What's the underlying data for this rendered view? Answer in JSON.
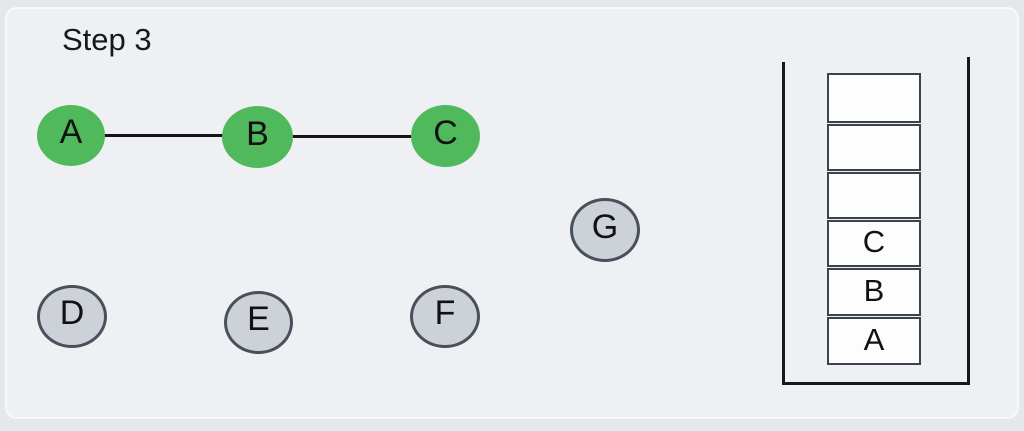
{
  "title": "Step 3",
  "graph": {
    "nodes": [
      {
        "id": "A",
        "label": "A",
        "state": "visited"
      },
      {
        "id": "B",
        "label": "B",
        "state": "visited"
      },
      {
        "id": "C",
        "label": "C",
        "state": "visited"
      },
      {
        "id": "D",
        "label": "D",
        "state": "unvisited"
      },
      {
        "id": "E",
        "label": "E",
        "state": "unvisited"
      },
      {
        "id": "F",
        "label": "F",
        "state": "unvisited"
      },
      {
        "id": "G",
        "label": "G",
        "state": "unvisited"
      }
    ],
    "edges": [
      {
        "from": "A",
        "to": "B"
      },
      {
        "from": "B",
        "to": "C"
      }
    ]
  },
  "stack": {
    "cells": [
      "",
      "",
      "",
      "C",
      "B",
      "A"
    ]
  },
  "colors": {
    "visited_node_fill": "#50b95c",
    "unvisited_node_fill": "#cdd2d9",
    "unvisited_node_border": "#4a505a",
    "edge_stroke": "#141414",
    "stack_cell_fill": "#fdfdfd",
    "stack_cell_border": "#3d434c",
    "stack_container_stroke": "#15181c",
    "card_background": "#eef0f3",
    "page_background": "#e5e8eb",
    "text_color": "#17181a"
  }
}
